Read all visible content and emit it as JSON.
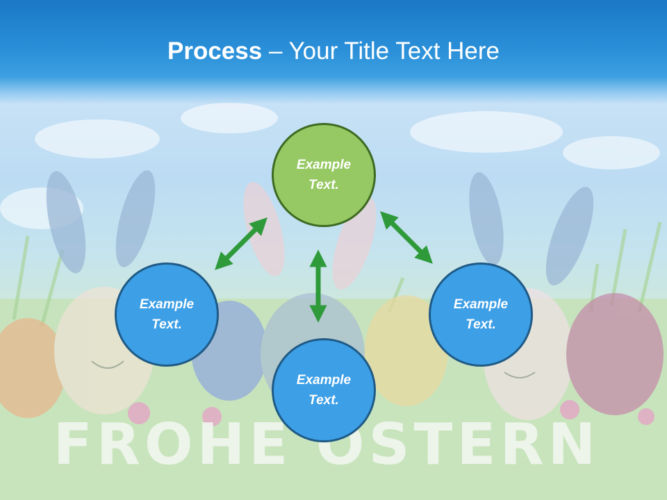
{
  "slide": {
    "title_bold": "Process",
    "title_rest": " – Your Title Text Here",
    "background_words": "FROHE OSTERN"
  },
  "nodes": [
    {
      "line1": "Example",
      "line2": "Text.",
      "color": "#96c863"
    },
    {
      "line1": "Example",
      "line2": "Text.",
      "color": "#3d9fe6"
    },
    {
      "line1": "Example",
      "line2": "Text.",
      "color": "#3d9fe6"
    },
    {
      "line1": "Example",
      "line2": "Text.",
      "color": "#3d9fe6"
    }
  ],
  "colors": {
    "title_bar": "#1a78c6",
    "arrow": "#2e9a3a",
    "node_blue": "#3d9fe6",
    "node_green": "#96c863"
  },
  "icons": [
    "double-arrow-icon"
  ]
}
